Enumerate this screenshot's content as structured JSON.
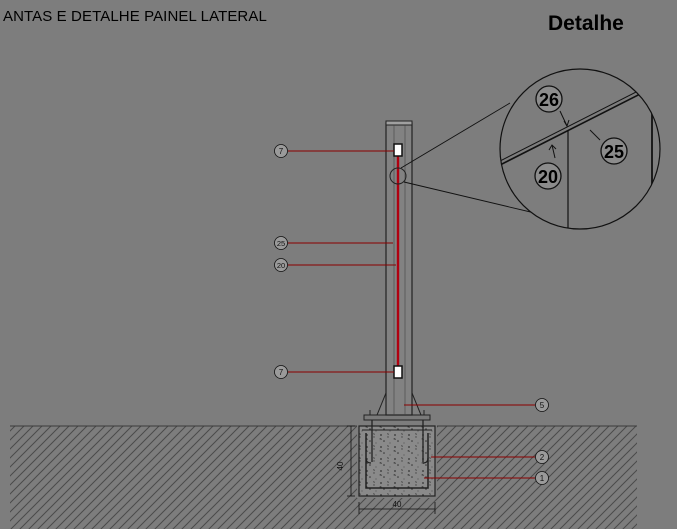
{
  "drawing": {
    "title": "ANTAS E  DETALHE PAINEL LATERAL",
    "detail_label": "Detalhe"
  },
  "callouts": {
    "post_top": "7",
    "post_bottom": "7",
    "line_25": "25",
    "line_20": "20",
    "base_5": "5",
    "footing_2": "2",
    "footing_1": "1"
  },
  "detail_callouts": {
    "c26": "26",
    "c25": "25",
    "c20": "20"
  },
  "dimensions": {
    "width": "40",
    "height": "40"
  }
}
